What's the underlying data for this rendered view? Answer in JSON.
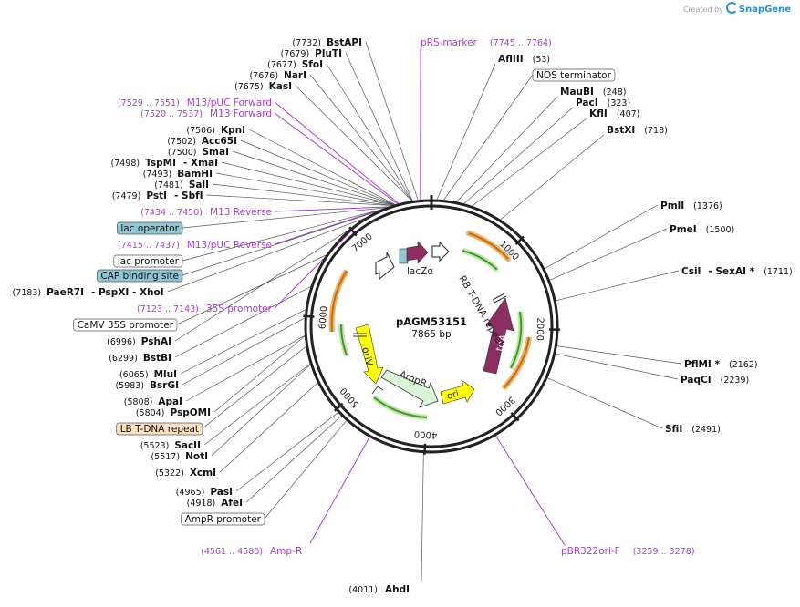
{
  "watermark": {
    "created_by": "Created by",
    "brand": "SnapGene"
  },
  "plasmid": {
    "name": "pAGM53151",
    "size": "7865 bp",
    "length": 7865
  },
  "ticks": [
    {
      "value": 1000,
      "label": "1000"
    },
    {
      "value": 2000,
      "label": "2000"
    },
    {
      "value": 3000,
      "label": "3000"
    },
    {
      "value": 4000,
      "label": "4000"
    },
    {
      "value": 5000,
      "label": "5000"
    },
    {
      "value": 6000,
      "label": "6000"
    },
    {
      "value": 7000,
      "label": "7000"
    }
  ],
  "inner_labels": {
    "lacZa": "lacZα",
    "rb_repeat": "RB T-DNA repeat",
    "trfA": "trfA",
    "oriV": "oriV",
    "ampR": "AmpR",
    "ori": "ori"
  },
  "left_labels": [
    {
      "pos": "(7732)",
      "name": "BstAPI",
      "type": "site",
      "bp": 7732
    },
    {
      "pos": "(7679)",
      "name": "PluTI",
      "type": "site",
      "bp": 7679
    },
    {
      "pos": "(7677)",
      "name": "SfoI",
      "type": "site",
      "bp": 7677
    },
    {
      "pos": "(7676)",
      "name": "NarI",
      "type": "site",
      "bp": 7676
    },
    {
      "pos": "(7675)",
      "name": "KasI",
      "type": "site",
      "bp": 7675
    },
    {
      "pos": "(7529 .. 7551)",
      "name": "M13/pUC Forward",
      "type": "primer",
      "bp": 7540
    },
    {
      "pos": "(7520 .. 7537)",
      "name": "M13 Forward",
      "type": "primer",
      "bp": 7528
    },
    {
      "pos": "(7506)",
      "name": "KpnI",
      "type": "site",
      "bp": 7506
    },
    {
      "pos": "(7502)",
      "name": "Acc65I",
      "type": "site",
      "bp": 7502
    },
    {
      "pos": "(7500)",
      "name": "SmaI",
      "type": "site",
      "bp": 7500
    },
    {
      "pos": "(7498)",
      "name": "TspMI",
      "suffix": "- XmaI",
      "type": "site",
      "bp": 7498
    },
    {
      "pos": "(7493)",
      "name": "BamHI",
      "type": "site",
      "bp": 7493
    },
    {
      "pos": "(7481)",
      "name": "SalI",
      "type": "site",
      "bp": 7481
    },
    {
      "pos": "(7479)",
      "name": "PstI",
      "suffix": "- SbfI",
      "type": "site",
      "bp": 7479
    },
    {
      "pos": "(7434 .. 7450)",
      "name": "M13 Reverse",
      "type": "primer",
      "bp": 7442
    },
    {
      "name": "lac operator",
      "type": "box",
      "style": "teal",
      "bp": 7420
    },
    {
      "pos": "(7415 .. 7437)",
      "name": "M13/pUC Reverse",
      "type": "primer",
      "bp": 7426
    },
    {
      "name": "lac promoter",
      "type": "box",
      "style": "plain",
      "bp": 7380
    },
    {
      "name": "CAP binding site",
      "type": "box",
      "style": "teal",
      "bp": 7345
    },
    {
      "pos": "(7183)",
      "name": "PaeR7I",
      "suffix": "- PspXI   - XhoI",
      "type": "site",
      "bp": 7183
    },
    {
      "pos": "(7123 .. 7143)",
      "name": "35S promoter",
      "type": "primer",
      "bp": 7133
    },
    {
      "name": "CaMV 35S promoter",
      "type": "box",
      "style": "plain",
      "bp": 6650
    },
    {
      "pos": "(6996)",
      "name": "PshAI",
      "type": "site",
      "bp": 6996
    },
    {
      "pos": "(6299)",
      "name": "BstBI",
      "type": "site",
      "bp": 6299
    },
    {
      "pos": "(6065)",
      "name": "MluI",
      "type": "site",
      "bp": 6065
    },
    {
      "pos": "(5983)",
      "name": "BsrGI",
      "type": "site",
      "bp": 5983
    },
    {
      "pos": "(5808)",
      "name": "ApaI",
      "type": "site",
      "bp": 5808
    },
    {
      "pos": "(5804)",
      "name": "PspOMI",
      "type": "site",
      "bp": 5804
    },
    {
      "name": "LB T-DNA repeat",
      "type": "box",
      "style": "orange",
      "bp": 5700
    },
    {
      "pos": "(5523)",
      "name": "SacII",
      "type": "site",
      "bp": 5523
    },
    {
      "pos": "(5517)",
      "name": "NotI",
      "type": "site",
      "bp": 5517
    },
    {
      "pos": "(5322)",
      "name": "XcmI",
      "type": "site",
      "bp": 5322
    },
    {
      "pos": "(4965)",
      "name": "PasI",
      "type": "site",
      "bp": 4965
    },
    {
      "pos": "(4918)",
      "name": "AfeI",
      "type": "site",
      "bp": 4918
    },
    {
      "name": "AmpR promoter",
      "type": "box",
      "style": "plain",
      "bp": 4850
    }
  ],
  "right_labels": [
    {
      "name": "pRS-marker",
      "pos": "(7745 .. 7764)",
      "type": "primer",
      "bp": 7755
    },
    {
      "name": "AflIII",
      "pos": "(53)",
      "type": "site",
      "bp": 53
    },
    {
      "name": "NOS terminator",
      "type": "box",
      "style": "plain",
      "bp": 120
    },
    {
      "name": "MauBI",
      "pos": "(248)",
      "type": "site",
      "bp": 248
    },
    {
      "name": "PacI",
      "pos": "(323)",
      "type": "site",
      "bp": 323
    },
    {
      "name": "KflI",
      "pos": "(407)",
      "type": "site",
      "bp": 407
    },
    {
      "name": "BstXI",
      "pos": "(718)",
      "type": "site",
      "bp": 718
    },
    {
      "name": "PmlI",
      "pos": "(1376)",
      "type": "site",
      "bp": 1376
    },
    {
      "name": "PmeI",
      "pos": "(1500)",
      "type": "site",
      "bp": 1500
    },
    {
      "name": "CsiI",
      "suffix": "- SexAI *",
      "pos": "(1711)",
      "type": "site",
      "bp": 1711
    },
    {
      "name": "PflMI *",
      "pos": "(2162)",
      "type": "site",
      "bp": 2162
    },
    {
      "name": "PaqCI",
      "pos": "(2239)",
      "type": "site",
      "bp": 2239
    },
    {
      "name": "SfiI",
      "pos": "(2491)",
      "type": "site",
      "bp": 2491
    },
    {
      "name": "pBR322ori-F",
      "pos": "(3259 .. 3278)",
      "type": "primer",
      "bp": 3268
    }
  ],
  "bottom_labels": [
    {
      "name": "Amp-R",
      "pos": "(4561 .. 4580)",
      "type": "primer",
      "bp": 4570
    },
    {
      "name": "AhdI",
      "pos": "(4011)",
      "type": "site",
      "bp": 4011
    }
  ],
  "colors": {
    "primer": "#a93bd6",
    "leader": "#555555",
    "teal_box": "#8fc6d4",
    "orange_box": "#fde0c2",
    "lacZ": "#8e2d61",
    "trfA": "#8e2d61",
    "oriV": "#ffff00",
    "ori": "#ffff00",
    "ampR": "#d8f5d8",
    "marker_green": "#3f9a2b",
    "marker_orange": "#c56e10"
  }
}
